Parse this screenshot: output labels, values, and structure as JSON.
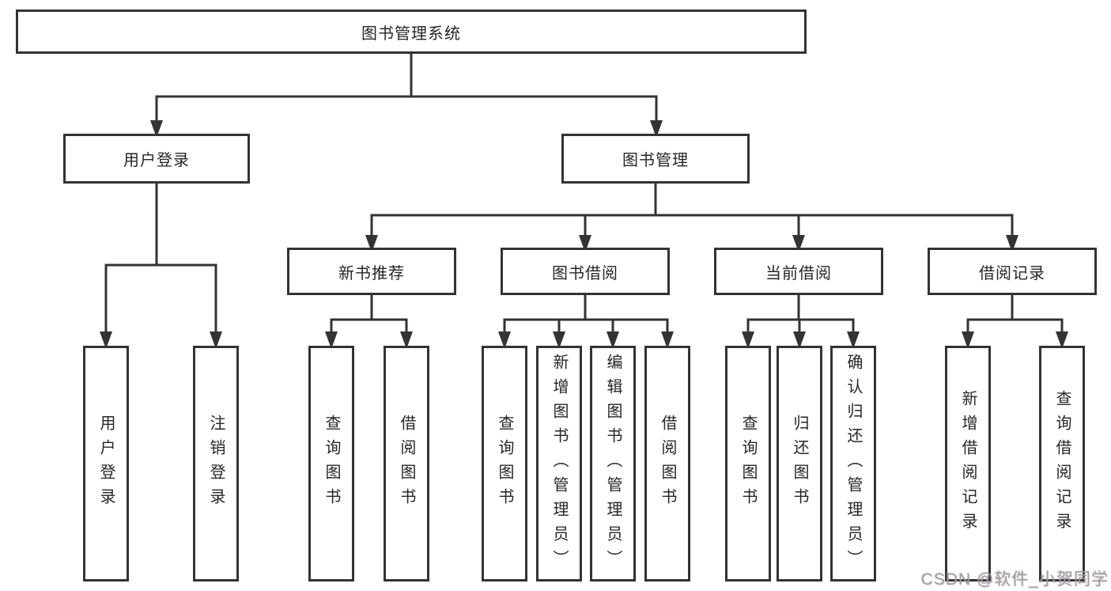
{
  "diagram": {
    "root": {
      "label": "图书管理系统"
    },
    "branches": [
      {
        "label": "用户登录",
        "children": [
          {
            "label": "用户登录"
          },
          {
            "label": "注销登录"
          }
        ]
      },
      {
        "label": "图书管理",
        "children": [
          {
            "label": "新书推荐",
            "children": [
              {
                "label": "查询图书"
              },
              {
                "label": "借阅图书"
              }
            ]
          },
          {
            "label": "图书借阅",
            "children": [
              {
                "label": "查询图书"
              },
              {
                "label": "新增图书（管理员）"
              },
              {
                "label": "编辑图书（管理员）"
              },
              {
                "label": "借阅图书"
              }
            ]
          },
          {
            "label": "当前借阅",
            "children": [
              {
                "label": "查询图书"
              },
              {
                "label": "归还图书"
              },
              {
                "label": "确认归还（管理员）"
              }
            ]
          },
          {
            "label": "借阅记录",
            "children": [
              {
                "label": "新增借阅记录"
              },
              {
                "label": "查询借阅记录"
              }
            ]
          }
        ]
      }
    ],
    "watermark": "CSDN @软件_小贺同学",
    "colors": {
      "line": "#333333",
      "box_border": "#333333",
      "text": "#262626",
      "watermark": "#9d9d9d",
      "background": "#ffffff"
    }
  }
}
